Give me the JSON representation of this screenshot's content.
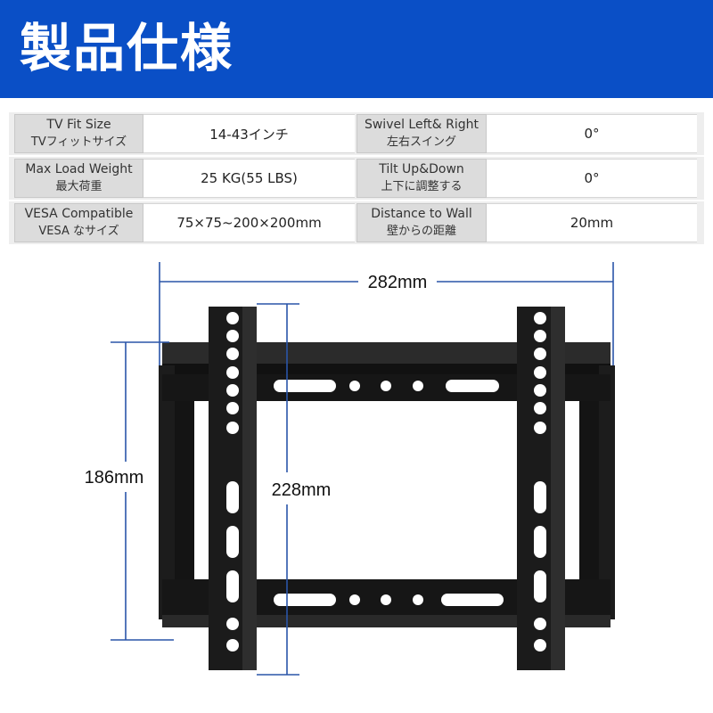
{
  "header": {
    "title": "製品仕様"
  },
  "specs": {
    "left": [
      {
        "label_en": "TV Fit Size",
        "label_jp": "TVフィットサイズ",
        "value": "14-43インチ"
      },
      {
        "label_en": "Max Load Weight",
        "label_jp": "最大荷重",
        "value": "25 KG(55 LBS)"
      },
      {
        "label_en": "VESA Compatible",
        "label_jp": "VESA なサイズ",
        "value": "75×75~200×200mm"
      }
    ],
    "right": [
      {
        "label_en": "Swivel Left& Right",
        "label_jp": "左右スイング",
        "value": "0°"
      },
      {
        "label_en": "Tilt Up&Down",
        "label_jp": "上下に調整する",
        "value": "0°"
      },
      {
        "label_en": "Distance to Wall",
        "label_jp": "壁からの距離",
        "value": "20mm"
      }
    ]
  },
  "dimensions": {
    "width": "282mm",
    "height": "186mm",
    "rail_length": "228mm"
  },
  "colors": {
    "header_bg": "#0a4fc6",
    "dimension_line": "#2a55a8",
    "bracket": "#1a1a1a"
  }
}
